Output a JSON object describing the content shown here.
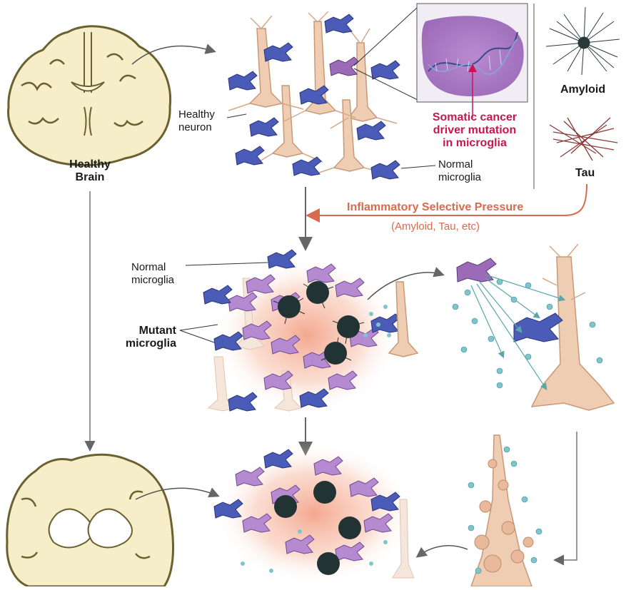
{
  "labels": {
    "healthy_brain": [
      "Healthy",
      "Brain"
    ],
    "healthy_neuron": [
      "Healthy",
      "neuron"
    ],
    "normal_microglia_top": [
      "Normal",
      "microglia"
    ],
    "mutation": [
      "Somatic cancer",
      "driver mutation",
      "in microglia"
    ],
    "amyloid": "Amyloid",
    "tau": "Tau",
    "pressure": "Inflammatory Selective Pressure",
    "pressure_sub": "(Amyloid, Tau, etc)",
    "normal_microglia_mid": [
      "Normal",
      "microglia"
    ],
    "mutant_microglia": [
      "Mutant",
      "microglia"
    ]
  },
  "colors": {
    "brain_fill": "#f5eec8",
    "brain_stroke": "#6b6030",
    "neuron": "#e8b99a",
    "normal_microglia": "#4a5bb8",
    "mutant_microglia": "#9b6bb8",
    "mutation_text": "#c8174e",
    "pressure": "#d96a4f",
    "amyloid": "#2a3a3a",
    "tau": "#8a3a3a",
    "particles": "#7fc6cc"
  }
}
